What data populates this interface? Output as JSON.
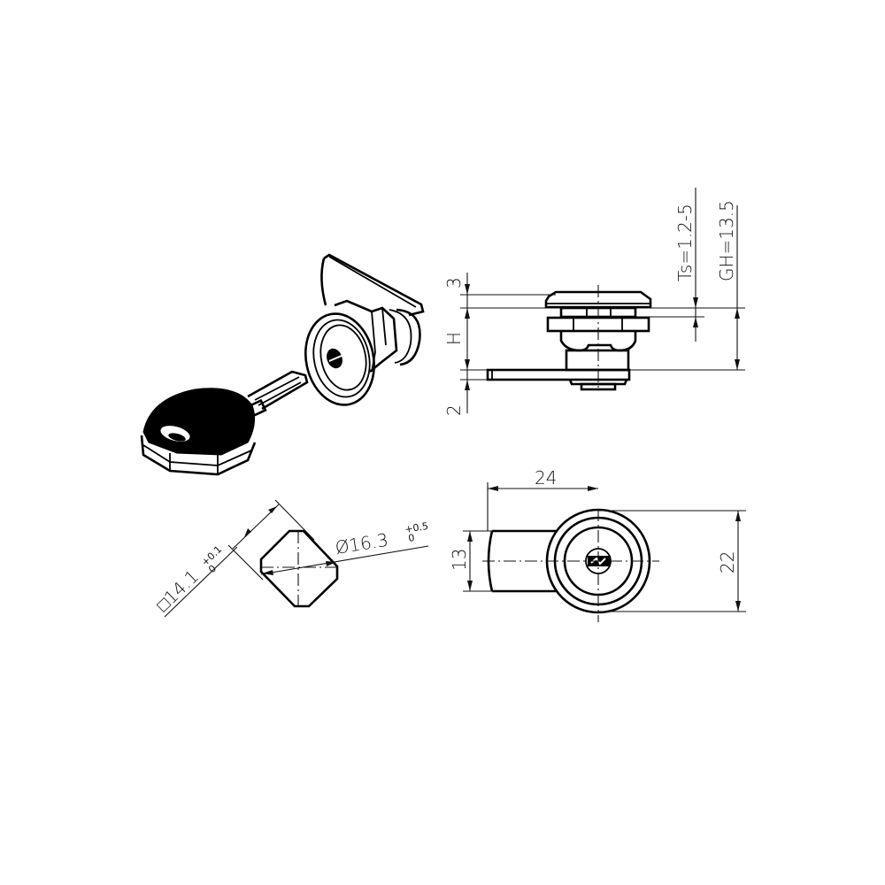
{
  "drawing": {
    "subject": "Cam lock with key — technical drawing",
    "views": {
      "isometric": {
        "parts": [
          "key",
          "lock-body",
          "cam"
        ]
      },
      "side_view": {
        "dims": {
          "top_flange": "3",
          "height": "H",
          "cam_thickness": "2",
          "panel_thickness": "Ts=1.2-5",
          "grip_height": "GH=13.5"
        }
      },
      "cutout_view": {
        "square": "□14.1",
        "square_tol_upper": "+0.1",
        "square_tol_lower": "0",
        "diameter": "Ø16.3",
        "diameter_tol_upper": "+0.5",
        "diameter_tol_lower": "0"
      },
      "front_view": {
        "dims": {
          "cam_length": "24",
          "cam_width": "13",
          "face_diameter": "22"
        }
      }
    }
  }
}
